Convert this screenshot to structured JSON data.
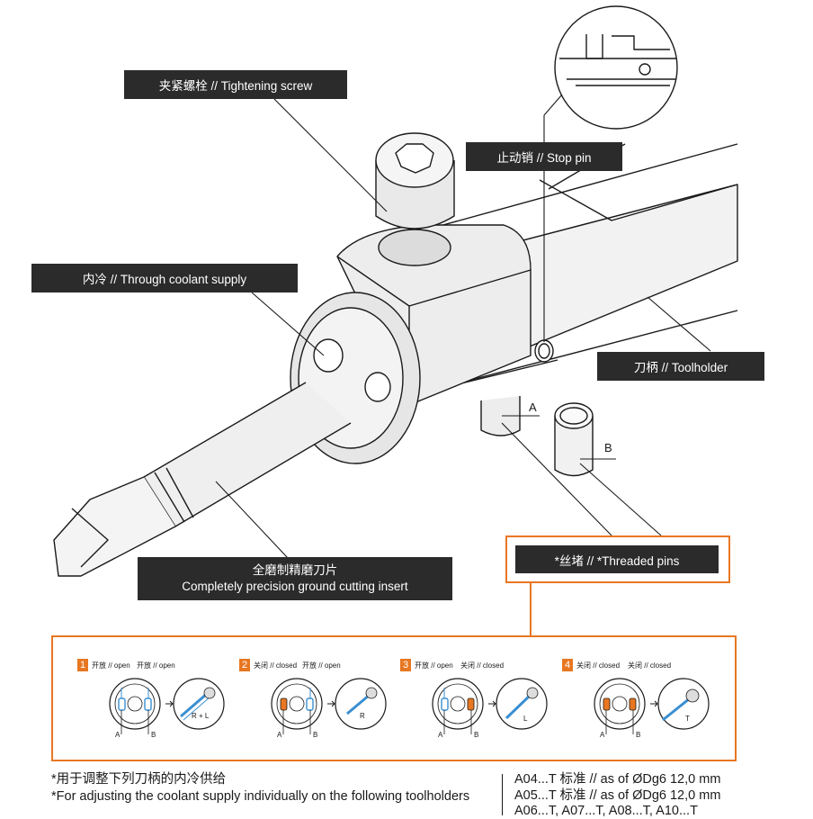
{
  "callouts": {
    "tightening_screw": "夹紧螺栓 // Tightening screw",
    "stop_pin": "止动销 // Stop pin",
    "coolant": "内冷 // Through coolant supply",
    "toolholder": "刀柄 // Toolholder",
    "insert_cn": "全磨制精磨刀片",
    "insert_en": "Completely precision ground cutting insert",
    "threaded_pins": "*丝堵 // *Threaded pins"
  },
  "pin_letters": {
    "a": "A",
    "b": "B"
  },
  "steps": [
    {
      "num": "1",
      "left": "开放 // open",
      "right": "开放 // open",
      "result": "R + L",
      "a": "A",
      "b": "B"
    },
    {
      "num": "2",
      "left": "关闭 // closed",
      "right": "开放 // open",
      "result": "R",
      "a": "A",
      "b": "B"
    },
    {
      "num": "3",
      "left": "开放 // open",
      "right": "关闭 // closed",
      "result": "L",
      "a": "A",
      "b": "B"
    },
    {
      "num": "4",
      "left": "关闭 // closed",
      "right": "关闭 // closed",
      "result": "T",
      "a": "A",
      "b": "B"
    }
  ],
  "footnote": {
    "cn": "*用于调整下列刀柄的内冷供给",
    "en": "*For adjusting the coolant supply individually on the following toolholders"
  },
  "holders": [
    "A04...T 标准 // as of ØDg6 12,0 mm",
    "A05...T 标准 // as of ØDg6 12,0 mm",
    "A06...T, A07...T, A08...T, A10...T"
  ],
  "colors": {
    "accent": "#e87722",
    "label_bg": "#2b2b2b",
    "line": "#1a1a1a",
    "highlight": "#3a8fd1"
  }
}
